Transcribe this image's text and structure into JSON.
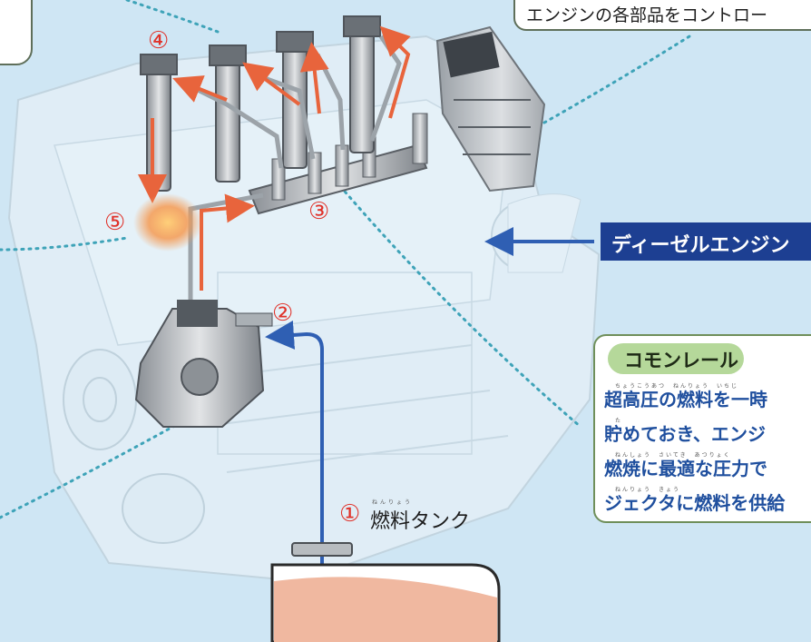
{
  "ecu_caption": "エンジンの各部品をコントロー",
  "diesel_label": "ディーゼルエンジン",
  "common_rail": {
    "title": "コモンレール",
    "lines": [
      "超高圧の燃料を一時",
      "貯めておき、エンジ",
      "燃焼に最適な圧力で",
      "ジェクタに燃料を供給"
    ],
    "rubies": [
      "ちょうこうあつ　ねんりょう　いちじ",
      "た",
      "ねんしょう　さいてき　あつりょく",
      "ねんりょう　きょう"
    ]
  },
  "numbers": {
    "n1": "①",
    "n2": "②",
    "n3": "③",
    "n4": "④",
    "n5": "⑤"
  },
  "tank": {
    "label": "燃料タンク",
    "ruby": "ねんりょう"
  },
  "colors": {
    "background": "#cfe6f4",
    "fuel_line": "#e8643c",
    "supply_line": "#2f5fb3",
    "diesel_label_bg": "#1d3f92",
    "common_rail_title_bg": "#b5d89a",
    "number_red": "#e0322a",
    "tank_fuel": "#f0b8a0"
  }
}
